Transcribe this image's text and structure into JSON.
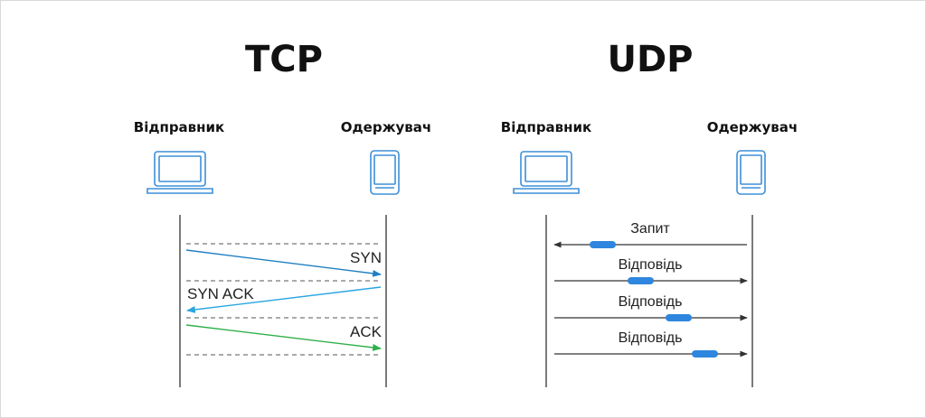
{
  "colors": {
    "device": "#3d8fd9",
    "line": "#333333",
    "dashed": "#555555",
    "syn": "#1f7fc2",
    "synack": "#2aa6e0",
    "ack": "#2fb04a",
    "packet": "#2e86de"
  },
  "tcp": {
    "title": "TCP",
    "sender": "Відправник",
    "receiver": "Одержувач",
    "sender_icon": "laptop-icon",
    "receiver_icon": "phone-icon",
    "messages": [
      {
        "label": "SYN",
        "direction": "to-receiver"
      },
      {
        "label": "SYN ACK",
        "direction": "to-sender"
      },
      {
        "label": "ACK",
        "direction": "to-receiver"
      }
    ]
  },
  "udp": {
    "title": "UDP",
    "sender": "Відправник",
    "receiver": "Одержувач",
    "sender_icon": "laptop-icon",
    "receiver_icon": "phone-icon",
    "messages": [
      {
        "label": "Запит",
        "direction": "to-sender"
      },
      {
        "label": "Відповідь",
        "direction": "to-receiver"
      },
      {
        "label": "Відповідь",
        "direction": "to-receiver"
      },
      {
        "label": "Відповідь",
        "direction": "to-receiver"
      }
    ]
  }
}
